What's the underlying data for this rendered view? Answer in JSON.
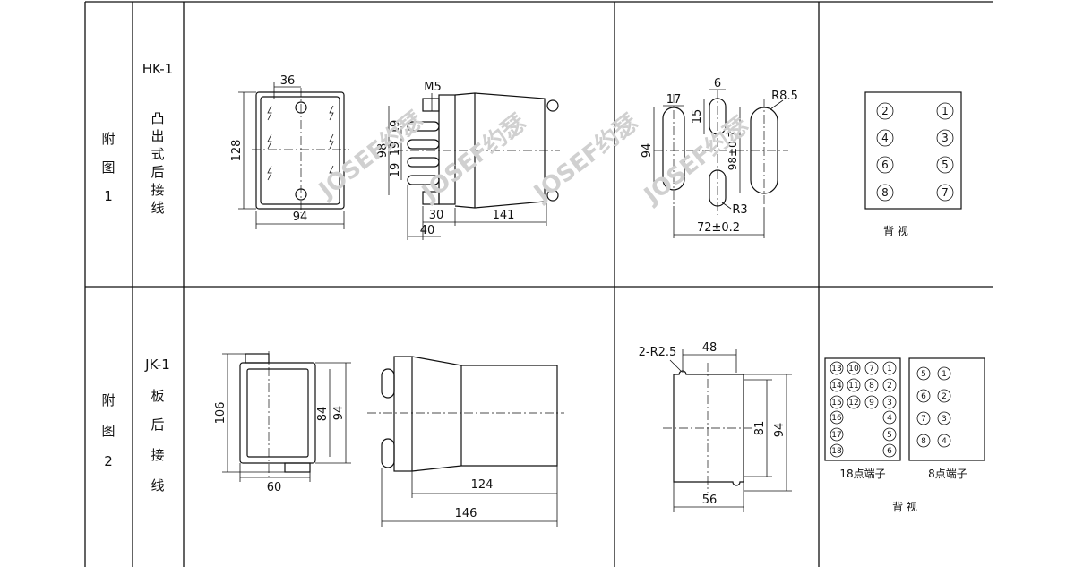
{
  "rows": [
    {
      "fig_label": [
        "附",
        "图",
        "1"
      ],
      "model": "HK-1",
      "wiring": [
        "凸",
        "出",
        "式",
        "后",
        "接",
        "线"
      ],
      "dims_body": [
        "36",
        "128",
        "94",
        "M5",
        "98",
        "19",
        "19",
        "19",
        "30",
        "141",
        "40"
      ],
      "dims_cutout": [
        "17",
        "6",
        "R8.5",
        "15",
        "94",
        "98±0.7",
        "R3",
        "72±0.2"
      ],
      "terminals": [
        "2",
        "1",
        "4",
        "3",
        "6",
        "5",
        "8",
        "7"
      ],
      "view_label": "背 视"
    },
    {
      "fig_label": [
        "附",
        "图",
        "2"
      ],
      "model": "JK-1",
      "wiring": [
        "板",
        "后",
        "接",
        "线"
      ],
      "dims_body": [
        "106",
        "84",
        "94",
        "60",
        "124",
        "146"
      ],
      "dims_cutout": [
        "2-R2.5",
        "48",
        "81",
        "94",
        "56"
      ],
      "terminals_18": [
        [
          "13",
          "10",
          "7",
          "1"
        ],
        [
          "14",
          "11",
          "8",
          "2"
        ],
        [
          "15",
          "12",
          "9",
          "3"
        ],
        [
          "16",
          "4"
        ],
        [
          "17",
          "5"
        ],
        [
          "18",
          "6"
        ]
      ],
      "terminals_8": [
        [
          "5",
          "1"
        ],
        [
          "6",
          "2"
        ],
        [
          "7",
          "3"
        ],
        [
          "8",
          "4"
        ]
      ],
      "caption_18": "18点端子",
      "caption_8": "8点端子",
      "view_label": "背 视"
    }
  ],
  "watermark": "JOSEF约瑟"
}
